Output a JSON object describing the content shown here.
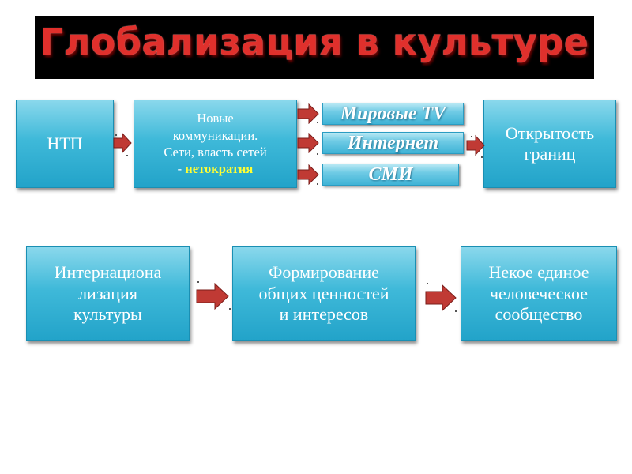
{
  "title": "Глобализация в культуре",
  "row1": {
    "ntp": "НТП",
    "communications": {
      "line1": "Новые",
      "line2": "коммуникации.",
      "line3": "Сети, власть сетей",
      "line4_prefix": "- ",
      "line4_highlight": "нетократия"
    },
    "media": [
      "Мировые TV",
      "Интернет",
      "СМИ"
    ],
    "openness": {
      "line1": "Открытость",
      "line2": "границ"
    }
  },
  "row2": {
    "internationalization": {
      "line1": "Интернациона",
      "line2": "лизация",
      "line3": "культуры"
    },
    "values": {
      "line1": "Формирование",
      "line2": "общих ценностей",
      "line3": "и интересов"
    },
    "community": {
      "line1": "Некое единое",
      "line2": "человеческое",
      "line3": "сообщество"
    }
  },
  "colors": {
    "title": "#e0302c",
    "box": "#3fb9d9",
    "arrow": "#c03a34",
    "highlight": "#ffff33"
  }
}
